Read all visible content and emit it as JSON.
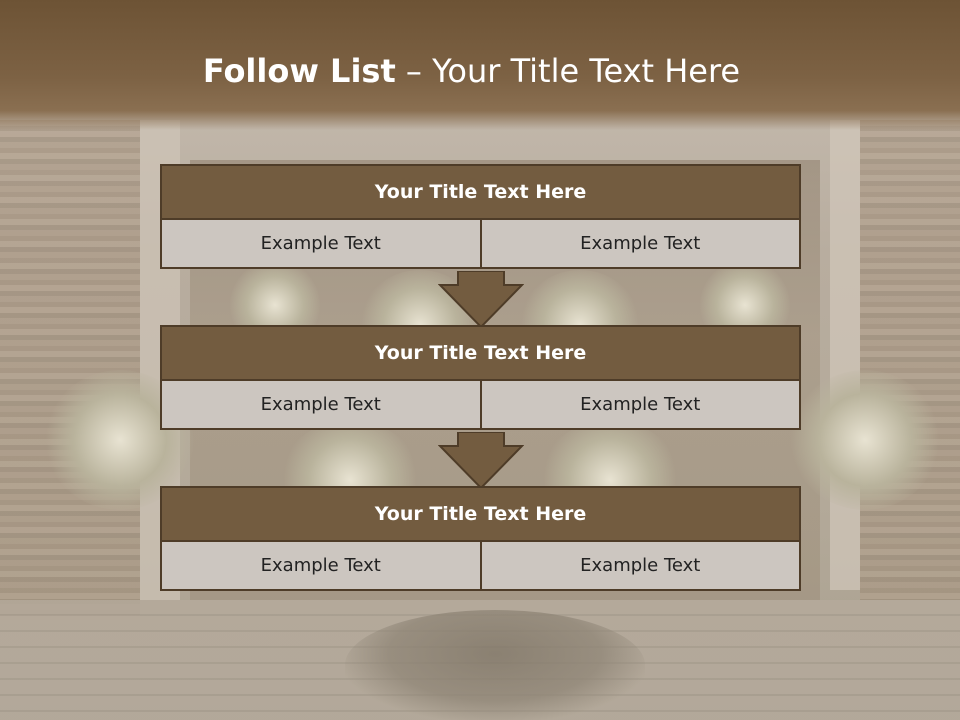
{
  "title": {
    "bold": "Follow List",
    "rest": " – Your Title Text Here"
  },
  "steps": [
    {
      "heading": "Your Title Text Here",
      "left": "Example Text",
      "right": "Example Text"
    },
    {
      "heading": "Your Title Text Here",
      "left": "Example Text",
      "right": "Example Text"
    },
    {
      "heading": "Your Title Text Here",
      "left": "Example Text",
      "right": "Example Text"
    }
  ],
  "colors": {
    "header_fill": "#735c40",
    "border": "#4e3c28",
    "cell_fill": "#ccc6c0",
    "arrow_fill": "#735c40"
  }
}
